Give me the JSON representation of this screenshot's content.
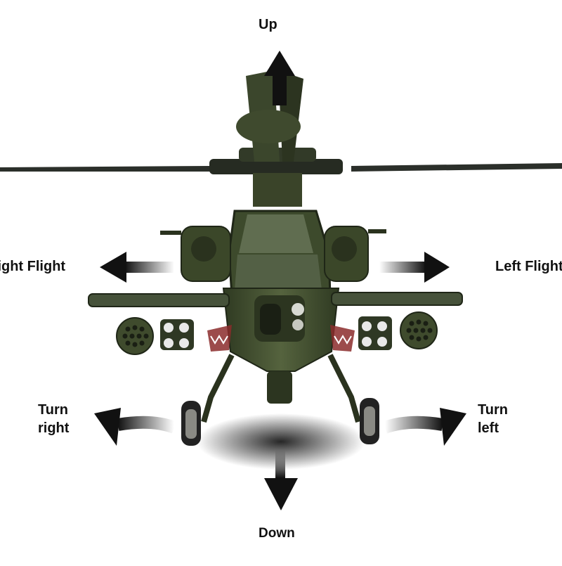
{
  "labels": {
    "up": "Up",
    "down": "Down",
    "right_flight": "Right Flight",
    "left_flight": "Left Flight",
    "turn_right_line1": "Turn",
    "turn_right_line2": "right",
    "turn_left_line1": "Turn",
    "turn_left_line2": "left"
  },
  "colors": {
    "helicopter_body": "#3d4a2c",
    "helicopter_dark": "#2a321e",
    "arrow": "#111111",
    "rotor": "#2b2f2a"
  },
  "icons": {
    "up_arrow": "up-arrow-icon",
    "down_arrow": "down-arrow-icon",
    "left_arrow": "left-arrow-icon",
    "right_arrow": "right-arrow-icon",
    "turn_right_arrow": "curved-arrow-left-icon",
    "turn_left_arrow": "curved-arrow-right-icon"
  }
}
